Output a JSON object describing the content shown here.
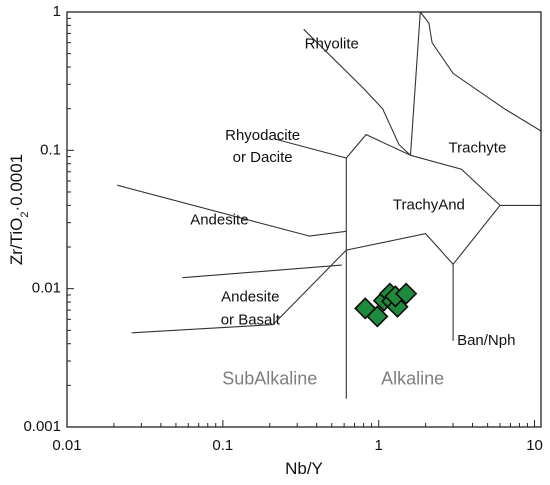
{
  "chart_data": {
    "type": "scatter",
    "title": "",
    "xlabel": "Nb/Y",
    "ylabel_main": "Zr/TiO",
    "ylabel_sub": "2",
    "ylabel_tail": "·0.0001",
    "x_scale": "log",
    "y_scale": "log",
    "xlim": [
      0.01,
      11
    ],
    "ylim": [
      0.001,
      1
    ],
    "grid": false,
    "legend": "none",
    "x_ticks": [
      {
        "value": 0.01,
        "label": "0.01"
      },
      {
        "value": 0.1,
        "label": "0.1"
      },
      {
        "value": 1,
        "label": "1"
      },
      {
        "value": 10,
        "label": "10"
      }
    ],
    "y_ticks": [
      {
        "value": 0.001,
        "label": "0.001"
      },
      {
        "value": 0.01,
        "label": "0.01"
      },
      {
        "value": 0.1,
        "label": "0.1"
      },
      {
        "value": 1,
        "label": "1"
      }
    ],
    "field_labels": [
      {
        "text": "Rhyolite",
        "x": 0.5,
        "y": 0.58
      },
      {
        "text": "Rhyodacite",
        "x": 0.18,
        "y": 0.127
      },
      {
        "text": "or Dacite",
        "x": 0.18,
        "y": 0.088
      },
      {
        "text": "Andesite",
        "x": 0.095,
        "y": 0.031
      },
      {
        "text": "Andesite",
        "x": 0.15,
        "y": 0.0086
      },
      {
        "text": "or Basalt",
        "x": 0.15,
        "y": 0.0059
      },
      {
        "text": "Trachyte",
        "x": 4.3,
        "y": 0.103
      },
      {
        "text": "TrachyAnd",
        "x": 2.1,
        "y": 0.04
      },
      {
        "text": "Ban/Nph",
        "x": 4.9,
        "y": 0.0042
      }
    ],
    "series_labels": [
      {
        "text": "SubAlkaline",
        "x": 0.2,
        "y": 0.0022
      },
      {
        "text": "Alkaline",
        "x": 1.65,
        "y": 0.0022
      }
    ],
    "boundaries": [
      [
        [
          0.33,
          0.75
        ],
        [
          0.8,
          0.28
        ],
        [
          1.06,
          0.2
        ],
        [
          1.35,
          0.11
        ],
        [
          1.6,
          0.092
        ]
      ],
      [
        [
          1.85,
          1
        ],
        [
          2.1,
          0.83
        ],
        [
          2.2,
          0.6
        ],
        [
          3.0,
          0.36
        ],
        [
          6.4,
          0.2
        ],
        [
          11,
          0.138
        ]
      ],
      [
        [
          1.6,
          0.092
        ],
        [
          1.85,
          1
        ]
      ],
      [
        [
          1.6,
          0.092
        ],
        [
          3.4,
          0.073
        ],
        [
          6.0,
          0.04
        ]
      ],
      [
        [
          0.22,
          0.12
        ],
        [
          0.62,
          0.088
        ],
        [
          0.83,
          0.13
        ],
        [
          1.6,
          0.092
        ]
      ],
      [
        [
          0.021,
          0.056
        ],
        [
          0.36,
          0.024
        ],
        [
          0.62,
          0.026
        ]
      ],
      [
        [
          0.62,
          0.088
        ],
        [
          0.62,
          0.0016
        ]
      ],
      [
        [
          0.055,
          0.012
        ],
        [
          0.58,
          0.0148
        ]
      ],
      [
        [
          0.026,
          0.0048
        ],
        [
          0.21,
          0.0055
        ],
        [
          0.62,
          0.019
        ],
        [
          2.0,
          0.025
        ],
        [
          3.0,
          0.015
        ],
        [
          6.0,
          0.04
        ],
        [
          11,
          0.04
        ]
      ],
      [
        [
          3.0,
          0.015
        ],
        [
          3.0,
          0.0042
        ]
      ]
    ],
    "series": [
      {
        "name": "",
        "marker": "diamond",
        "color": "#1e8a3c",
        "points": [
          {
            "x": 0.82,
            "y": 0.0072
          },
          {
            "x": 0.98,
            "y": 0.0063
          },
          {
            "x": 1.08,
            "y": 0.0082
          },
          {
            "x": 1.18,
            "y": 0.0092
          },
          {
            "x": 1.22,
            "y": 0.0081
          },
          {
            "x": 1.32,
            "y": 0.0074
          },
          {
            "x": 1.28,
            "y": 0.0088
          },
          {
            "x": 1.5,
            "y": 0.0092
          }
        ]
      }
    ]
  }
}
